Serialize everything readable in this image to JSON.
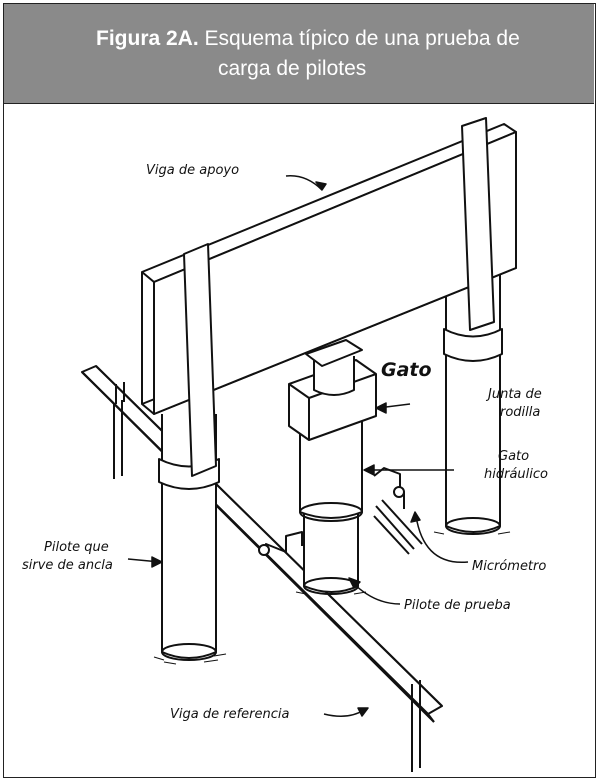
{
  "header": {
    "figure_label": "Figura 2A.",
    "title_line1": "Esquema típico de una prueba de",
    "title_line2": "carga de pilotes"
  },
  "labels": {
    "viga_apoyo": "Viga de apoyo",
    "gato": "Gato",
    "junta_1": "Junta de",
    "junta_2": "rodilla",
    "gato_h_1": "Gato",
    "gato_h_2": "hidráulico",
    "pilote_ancla_1": "Pilote que",
    "pilote_ancla_2": "sirve de ancla",
    "micrometro": "Micrómetro",
    "pilote_prueba": "Pilote de prueba",
    "viga_referencia": "Viga de referencia"
  },
  "colors": {
    "header_bg": "#8a8a8a",
    "header_text": "#ffffff",
    "ink": "#111111"
  }
}
